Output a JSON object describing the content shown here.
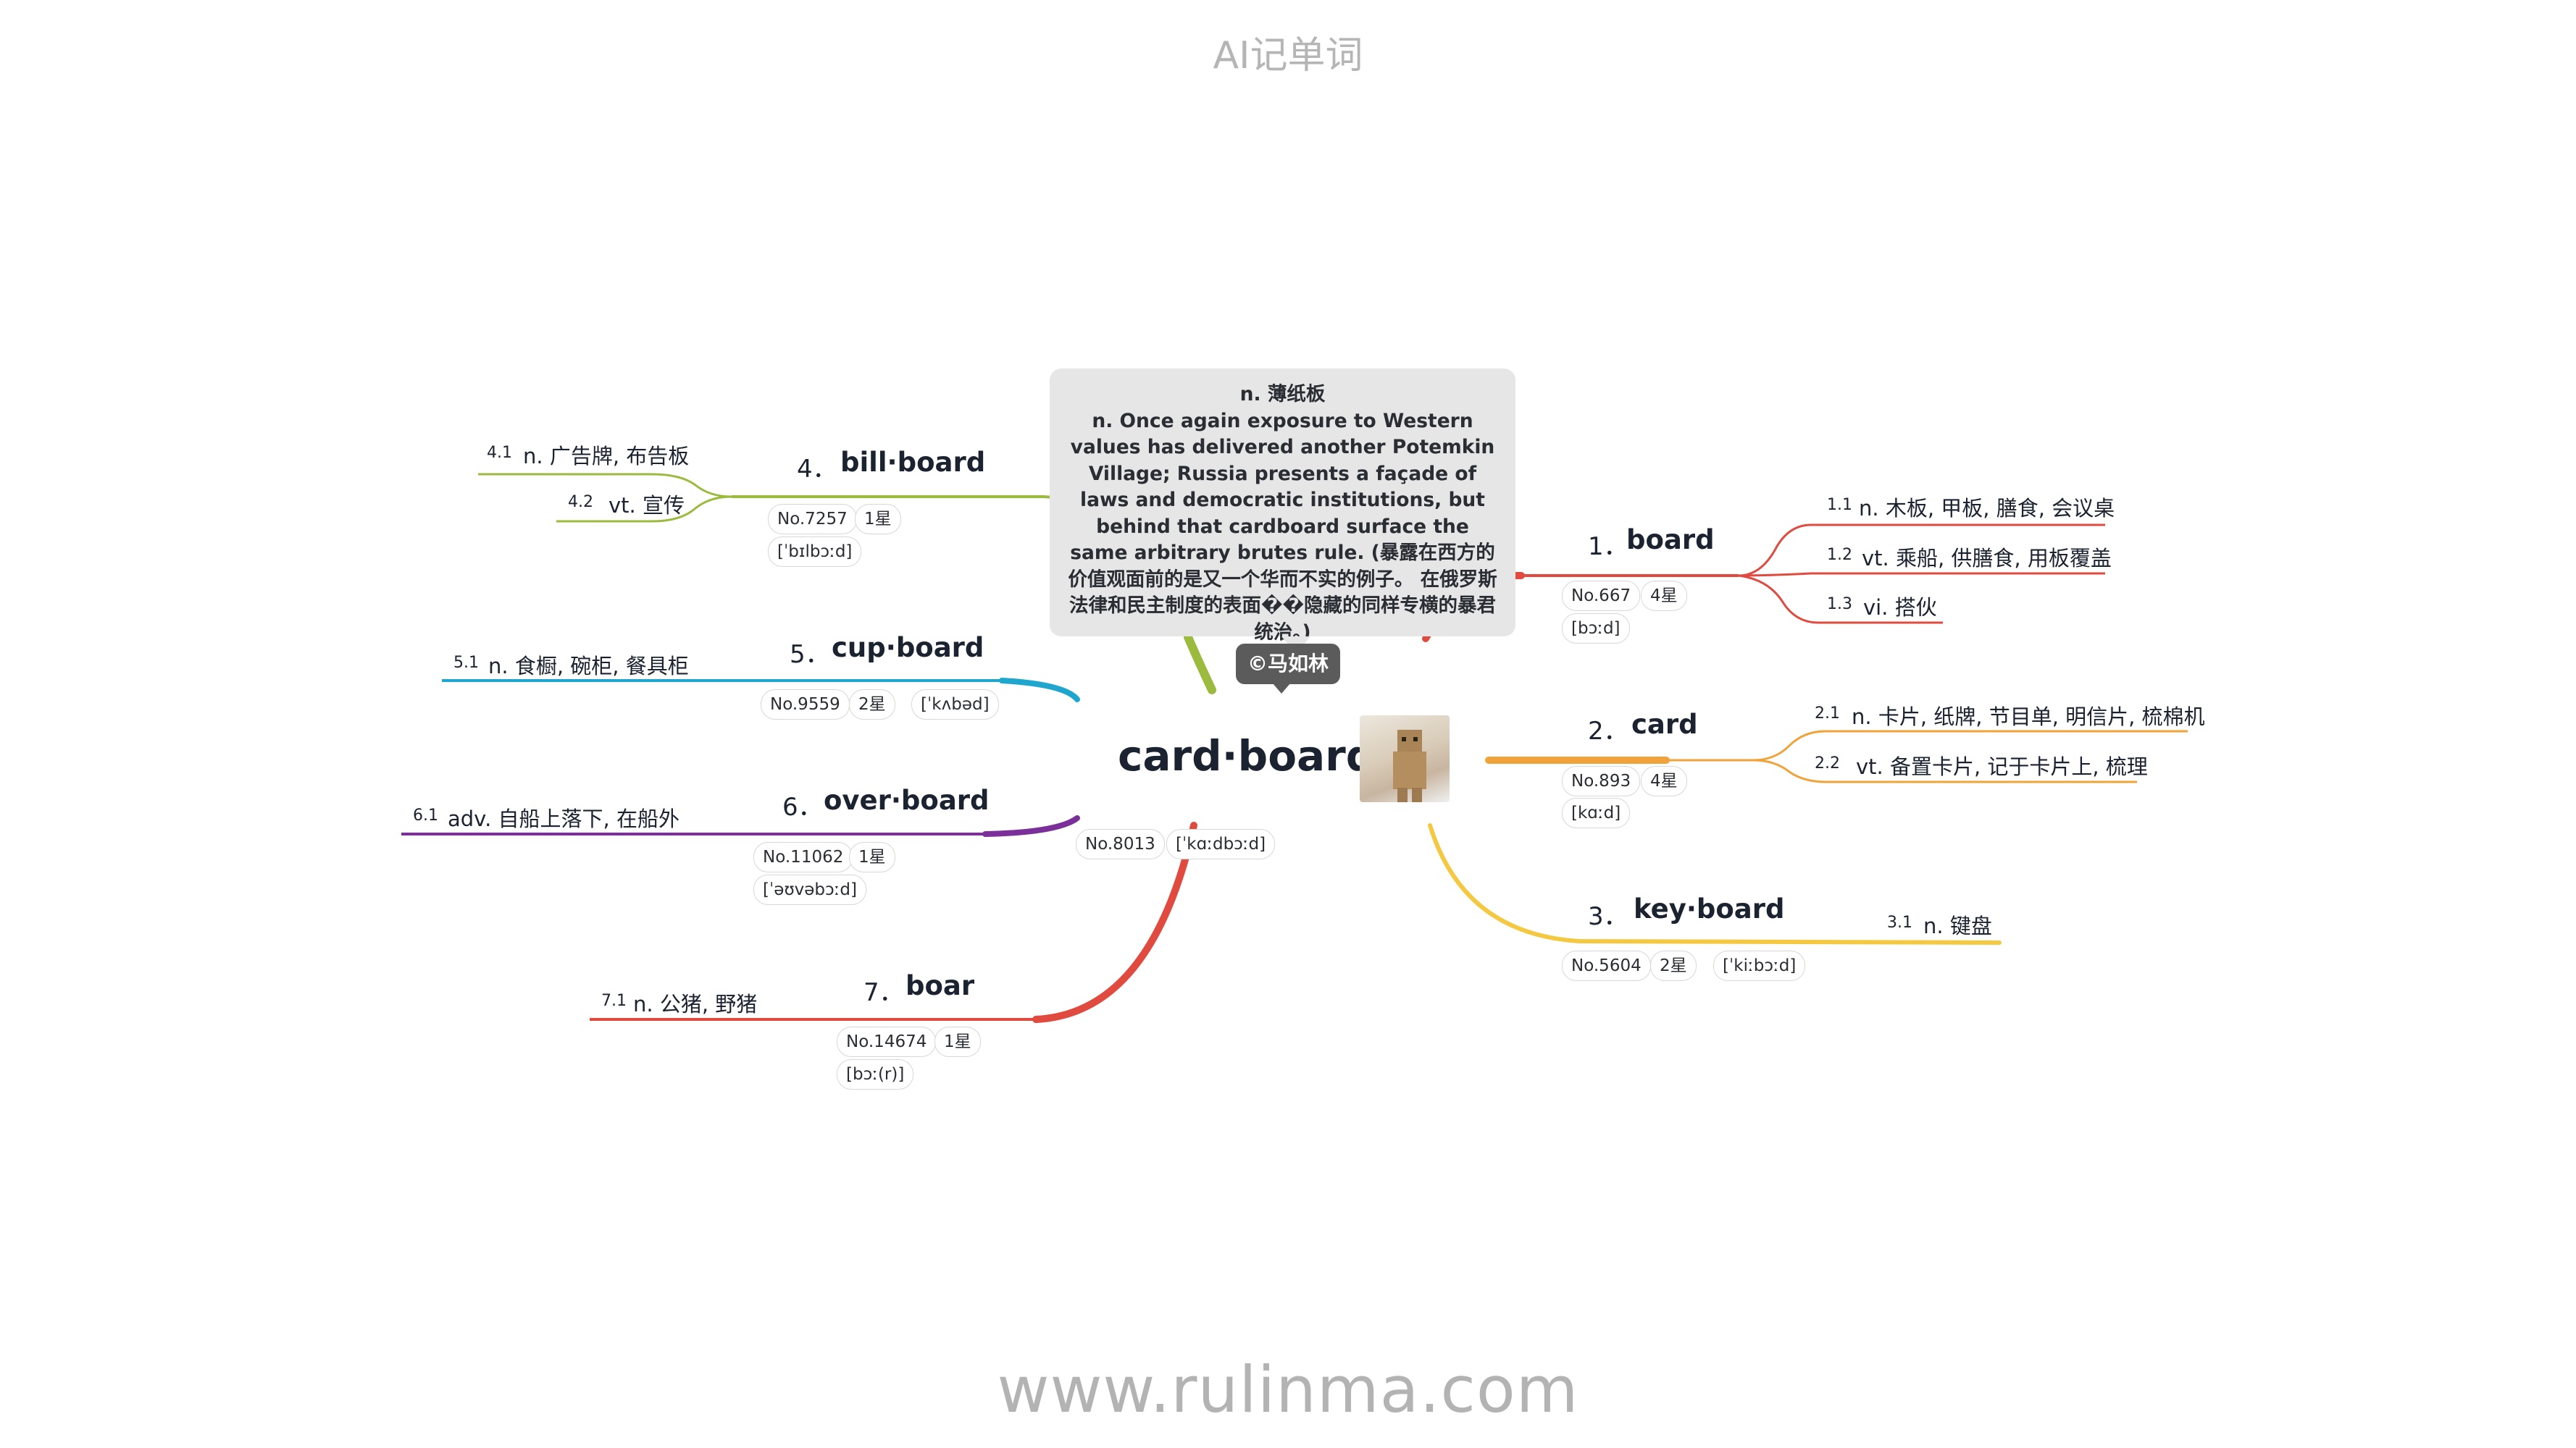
{
  "header": {
    "title": "AI记单词"
  },
  "footer": {
    "url": "www.rulinma.com"
  },
  "colors": {
    "board": "#e04a3f",
    "card": "#f0a33a",
    "keyboard": "#f5c842",
    "billboard": "#9bbb3e",
    "cupboard": "#1fa6cf",
    "overboard": "#7b2f99",
    "boar": "#e04a3f"
  },
  "tooltip": {
    "lines": [
      "n. 薄纸板",
      "n. Once again exposure to Western values has delivered another Potemkin Village; Russia presents a façade of laws and democratic institutions, but behind that cardboard surface the same arbitrary brutes rule. (暴露在西方的价值观面前的是又一个华而不实的例子。 在俄罗斯法律和民主制度的表面��隐藏的同样专横的暴君统治。)"
    ]
  },
  "author": {
    "label": "©马如林"
  },
  "root": {
    "word": "card·board",
    "number": "No.8013",
    "phonetic": "[ˈkɑːdbɔːd]",
    "image_icon": "robot-figure-photo"
  },
  "branches": [
    {
      "index": "1．",
      "word": "board",
      "number": "No.667",
      "stars": "4星",
      "phonetic": "[bɔːd]",
      "defs": [
        {
          "n": "1.1",
          "text": "n. 木板, 甲板, 膳食, 会议桌"
        },
        {
          "n": "1.2",
          "text": "vt. 乘船, 供膳食, 用板覆盖"
        },
        {
          "n": "1.3",
          "text": "vi. 搭伙"
        }
      ]
    },
    {
      "index": "2．",
      "word": "card",
      "number": "No.893",
      "stars": "4星",
      "phonetic": "[kɑːd]",
      "defs": [
        {
          "n": "2.1",
          "text": "n. 卡片, 纸牌, 节目单, 明信片, 梳棉机"
        },
        {
          "n": "2.2",
          "text": "vt. 备置卡片, 记于卡片上, 梳理"
        }
      ]
    },
    {
      "index": "3．",
      "word": "key·board",
      "number": "No.5604",
      "stars": "2星",
      "phonetic": "[ˈkiːbɔːd]",
      "defs": [
        {
          "n": "3.1",
          "text": "n. 键盘"
        }
      ]
    },
    {
      "index": "4．",
      "word": "bill·board",
      "number": "No.7257",
      "stars": "1星",
      "phonetic": "[ˈbɪlbɔːd]",
      "defs": [
        {
          "n": "4.1",
          "text": "n. 广告牌, 布告板"
        },
        {
          "n": "4.2",
          "text": "vt. 宣传"
        }
      ]
    },
    {
      "index": "5．",
      "word": "cup·board",
      "number": "No.9559",
      "stars": "2星",
      "phonetic": "[ˈkʌbəd]",
      "defs": [
        {
          "n": "5.1",
          "text": "n. 食橱, 碗柜, 餐具柜"
        }
      ]
    },
    {
      "index": "6．",
      "word": "over·board",
      "number": "No.11062",
      "stars": "1星",
      "phonetic": "[ˈəʊvəbɔːd]",
      "defs": [
        {
          "n": "6.1",
          "text": "adv. 自船上落下, 在船外"
        }
      ]
    },
    {
      "index": "7．",
      "word": "boar",
      "number": "No.14674",
      "stars": "1星",
      "phonetic": "[bɔː(r)]",
      "defs": [
        {
          "n": "7.1",
          "text": "n. 公猪, 野猪"
        }
      ]
    }
  ]
}
